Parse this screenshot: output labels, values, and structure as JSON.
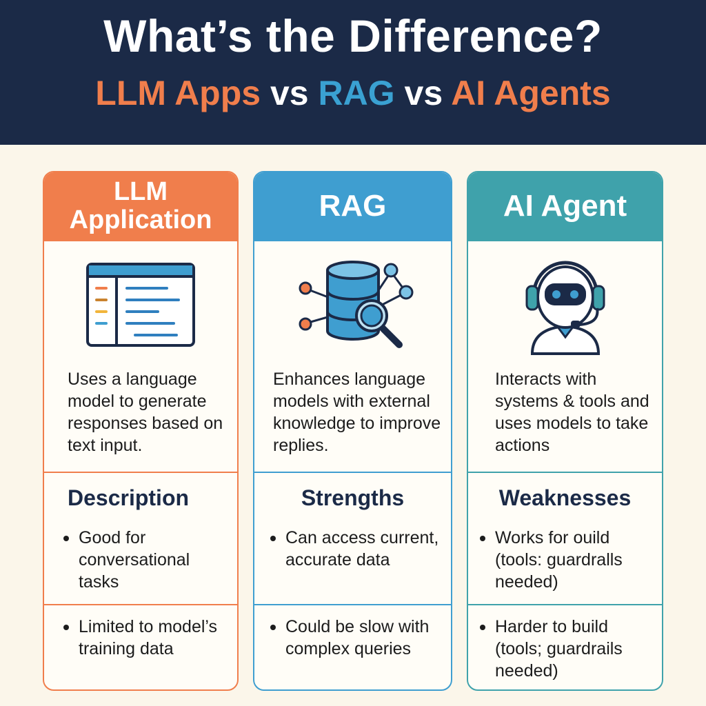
{
  "header": {
    "title": "What’s the Difference?",
    "subtitle": {
      "part1": "LLM Apps",
      "vs1": "vs",
      "part2": "RAG",
      "vs2": "vs",
      "part3": "AI Agents"
    }
  },
  "colors": {
    "header_bg": "#1b2a47",
    "llm": "#f07e4c",
    "rag": "#3f9ed0",
    "agent": "#3fa2ab",
    "page_bg": "#fbf6ea"
  },
  "cards": [
    {
      "title_line1": "LLM",
      "title_line2": "Application",
      "icon": "code-window-icon",
      "description": "Uses a language model to generate responses based on text input.",
      "section_title": "Description",
      "bullets": [
        "Good for conversational tasks",
        "Limited to model’s training data"
      ]
    },
    {
      "title": "RAG",
      "icon": "database-search-icon",
      "description": "Enhances language models with external knowledge to improve replies.",
      "section_title": "Strengths",
      "bullets": [
        "Can access current, accurate data",
        "Could be slow with complex queries"
      ]
    },
    {
      "title": "AI Agent",
      "icon": "robot-headset-icon",
      "description": "Interacts with systems & tools and uses models to take actions",
      "section_title": "Weaknesses",
      "bullets": [
        "Works for ouild (tools: guardralls needed)",
        "Harder to build (tools; guardrails needed)"
      ]
    }
  ]
}
